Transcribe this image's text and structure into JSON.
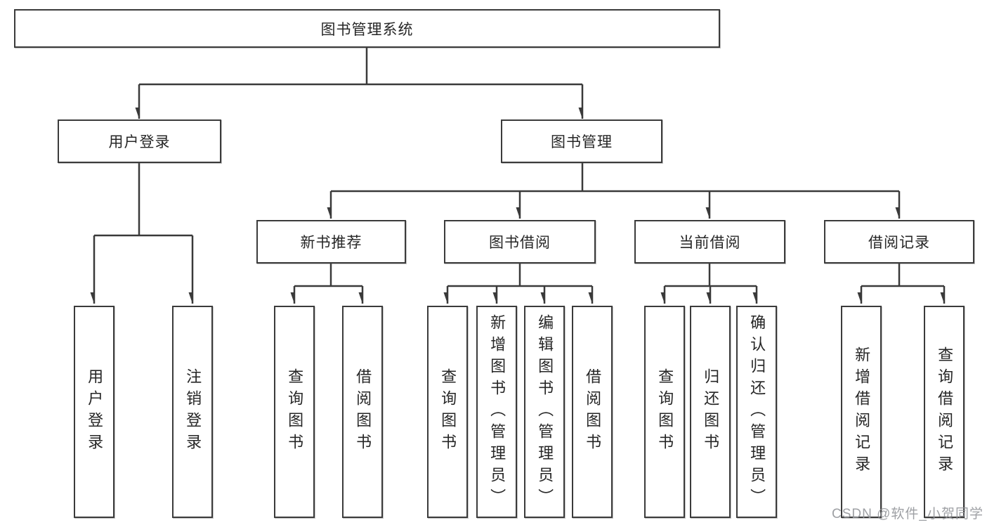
{
  "colors": {
    "box_border": "#3b3b3b",
    "box_fill": "#ffffff",
    "line": "#3a3a3a",
    "text": "#262626",
    "watermark": "#94969a"
  },
  "tree": {
    "root": {
      "label": "图书管理系统",
      "children": [
        {
          "label": "用户登录",
          "children": [
            {
              "label": "用户登录"
            },
            {
              "label": "注销登录"
            }
          ]
        },
        {
          "label": "图书管理",
          "children": [
            {
              "label": "新书推荐",
              "children": [
                {
                  "label": "查询图书"
                },
                {
                  "label": "借阅图书"
                }
              ]
            },
            {
              "label": "图书借阅",
              "children": [
                {
                  "label": "查询图书"
                },
                {
                  "label": "新增图书（管理员）"
                },
                {
                  "label": "编辑图书（管理员）"
                },
                {
                  "label": "借阅图书"
                }
              ]
            },
            {
              "label": "当前借阅",
              "children": [
                {
                  "label": "查询图书"
                },
                {
                  "label": "归还图书"
                },
                {
                  "label": "确认归还（管理员）"
                }
              ]
            },
            {
              "label": "借阅记录",
              "children": [
                {
                  "label": "新增借阅记录"
                },
                {
                  "label": "查询借阅记录"
                }
              ]
            }
          ]
        }
      ]
    }
  },
  "watermark": {
    "text": "CSDN @软件_小贺同学"
  }
}
